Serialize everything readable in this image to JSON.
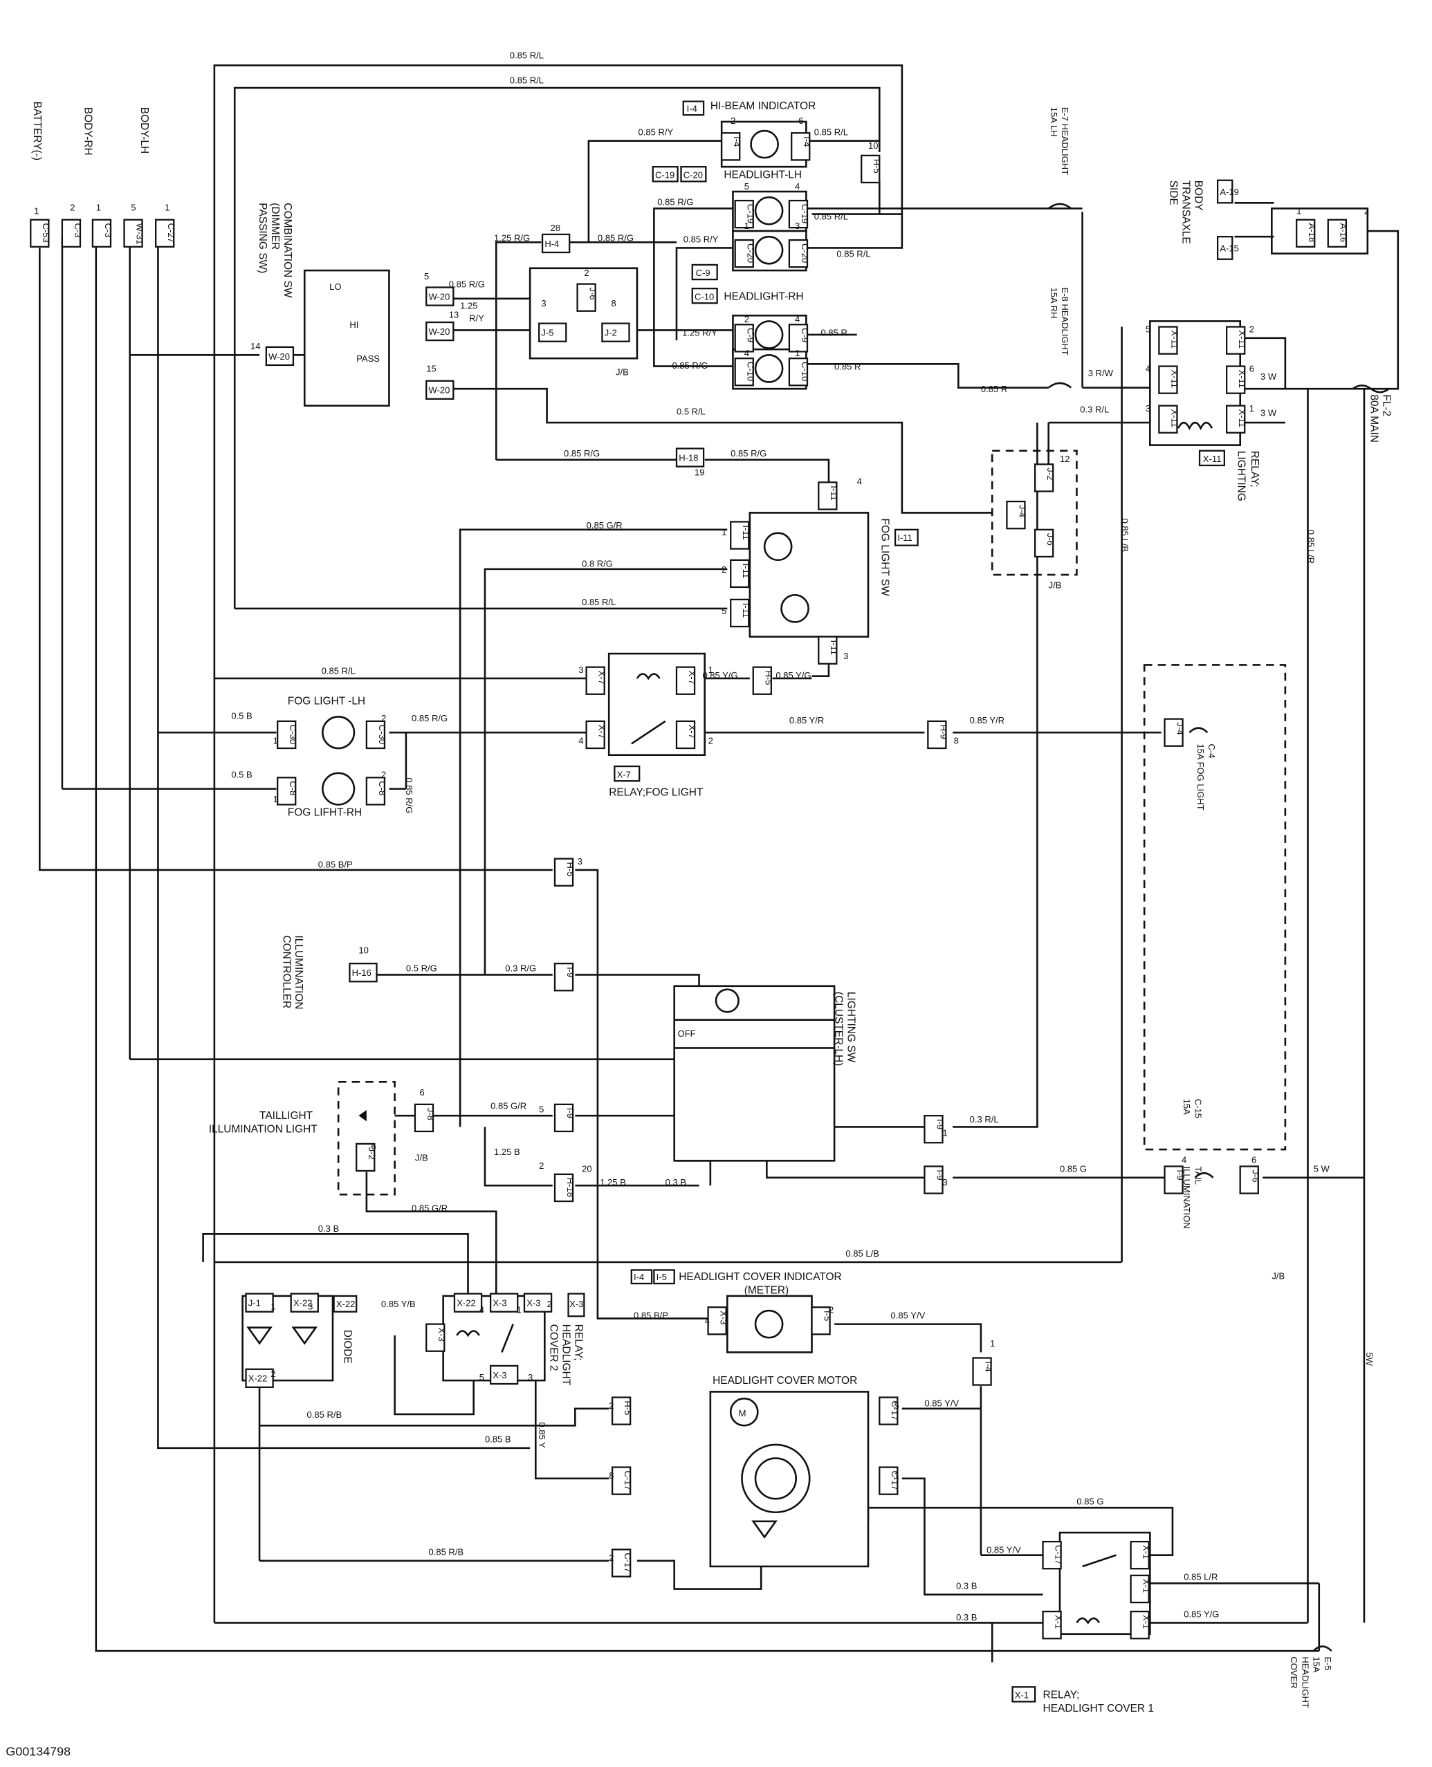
{
  "figure_id": "G00134798",
  "components": {
    "hibeam": "HI-BEAM INDICATOR",
    "hibeam_tag": "I-4",
    "headlight_lh": "HEADLIGHT-LH",
    "headlight_lh_tags": [
      "C-19",
      "C-20"
    ],
    "headlight_rh": "HEADLIGHT-RH",
    "headlight_rh_tags": [
      "C-9",
      "C-10"
    ],
    "comb_sw": [
      "COMBINATION SW",
      "(DIMMER",
      "PASSING SW)"
    ],
    "comb_positions": [
      "LO",
      "HI",
      "PASS"
    ],
    "fog_sw": "FOG LIGHT SW",
    "fog_sw_tag": "I-11",
    "relay_fog": "RELAY;FOG LIGHT",
    "relay_fog_tag": "X-7",
    "fog_lh": "FOG LIGHT -LH",
    "fog_rh": "FOG LIFHT-RH",
    "illum_ctrl": [
      "ILLUMINATION",
      "CONTROLLER"
    ],
    "lighting_sw": [
      "LIGHTING SW",
      "(CLUSTER-LH)"
    ],
    "lighting_sw_off": "OFF",
    "taillight": [
      "TAILLIGHT",
      "ILLUMINATION LIGHT"
    ],
    "cover_indicator": "HEADLIGHT COVER INDICATOR",
    "cover_indicator_sub": "(METER)",
    "cover_indicator_tags": [
      "I-4",
      "I-5"
    ],
    "cover_motor": "HEADLIGHT COVER MOTOR",
    "motor_symbol": "M",
    "relay_cover1": [
      "RELAY;",
      "HEADLIGHT COVER 1"
    ],
    "relay_cover1_tag": "X-1",
    "relay_cover2": [
      "RELAY;",
      "HEADLIGHT",
      "COVER 2"
    ],
    "relay_cover2_tag": "X-3",
    "diode": "DIODE",
    "diode_tag": "X-22",
    "relay_lighting": [
      "RELAY;",
      "LIGHTING"
    ],
    "relay_lighting_tag": "X-11",
    "jb": "J/B",
    "battery": "BATTERY(-)",
    "body_rh": "BODY-RH",
    "body_lh": "BODY-LH",
    "body_transaxle": [
      "BODY",
      "TRANSAXLE",
      "SIDE"
    ],
    "body_transaxle_tags": [
      "A-19",
      "A-15"
    ],
    "fusible_main": [
      "FL-2",
      "80A MAIN"
    ],
    "fuse_e7": [
      "E-7 HEADLIGHT",
      "15A LH"
    ],
    "fuse_e8": [
      "E-8 HEADLIGHT",
      "15A RH"
    ],
    "fuse_c4": [
      "C-4",
      "15A FOG LIGHT"
    ],
    "fuse_c15": [
      "C-15",
      "15A",
      "TAIL",
      "ILLUMINATION"
    ],
    "fuse_e5": [
      "E-5",
      "15A",
      "HEADLIGHT",
      "COVER"
    ]
  },
  "connectors": [
    "C-53",
    "C-3",
    "C-3",
    "W-31",
    "C-27",
    "W-20",
    "W-20",
    "W-20",
    "W-20",
    "H-4",
    "J-6",
    "J-5",
    "J-2",
    "H-5",
    "I-4",
    "I-4",
    "C-19",
    "C-19",
    "C-20",
    "C-20",
    "C-9",
    "C-9",
    "C-10",
    "C-10",
    "A-18",
    "A-16",
    "X-11",
    "X-11",
    "X-11",
    "X-11",
    "X-11",
    "X-11",
    "J-2",
    "J-4",
    "J-6",
    "H-18",
    "I-11",
    "I-11",
    "I-11",
    "I-11",
    "I-11",
    "X-7",
    "X-7",
    "X-7",
    "X-7",
    "H-5",
    "H-9",
    "C-30",
    "C-30",
    "C-8",
    "C-8",
    "J-4",
    "H-5",
    "H-16",
    "I-9",
    "J-8",
    "J-2",
    "I-9",
    "H-18",
    "I-9",
    "I-9",
    "I-9",
    "J-6",
    "J-1",
    "X-22",
    "X-22",
    "X-22",
    "X-3",
    "X-3",
    "X-3",
    "X-3",
    "X-3",
    "I-5",
    "I-4",
    "H-5",
    "C-17",
    "C-17",
    "C-17",
    "C-17",
    "C-17",
    "X-1",
    "X-1",
    "X-1",
    "X-1",
    "X-1"
  ],
  "wire_labels": [
    "0.85 R/L",
    "0.85 R/L",
    "0.85 R/Y",
    "0.85 R/L",
    "0.85 R/G",
    "0.85 R/L",
    "1.25 R/G",
    "0.85 R/G",
    "0.85 R/Y",
    "0.85 R/L",
    "0.85 R/G",
    "1.25",
    "R/Y",
    "1.25 R/Y",
    "0.85 R",
    "0.85 R/G",
    "0.85 R",
    "0.85 R",
    "3 R/W",
    "3 W",
    "3 W",
    "0.3 R/L",
    "0.5 R/L",
    "0.85 R/G",
    "0.85 R/G",
    "0.85 G/R",
    "0.8 R/G",
    "0.85 R/L",
    "0.85 R/L",
    "0.85 Y/G",
    "0.85 Y/G",
    "0.5 B",
    "0.85 R/G",
    "0.85 Y/R",
    "0.85 Y/R",
    "0.85 R/G",
    "0.5 B",
    "0.85 B/P",
    "0.5 R/G",
    "0.3 R/G",
    "0.85 G/R",
    "0.3 R/L",
    "1.25 B",
    "1.25 B",
    "0.3 B",
    "0.85 G",
    "5 W",
    "0.85 G/R",
    "0.3 B",
    "0.85 L/B",
    "0.85 Y/B",
    "0.85 B/P",
    "0.85 Y/V",
    "0.85 R/B",
    "0.85 Y/V",
    "0.85 B",
    "0.85 Y",
    "0.85 G",
    "0.85 R/B",
    "0.85 Y/V",
    "0.85 L/R",
    "0.3 B",
    "0.3 B",
    "0.85 Y/G",
    "0.85 L/B",
    "0.85 L/R",
    "5W"
  ],
  "pin_numbers": [
    "1",
    "2",
    "1",
    "5",
    "1",
    "5",
    "13",
    "15",
    "14",
    "28",
    "2",
    "3",
    "8",
    "10",
    "2",
    "6",
    "5",
    "4",
    "1",
    "3",
    "2",
    "4",
    "4",
    "1",
    "1",
    "2",
    "5",
    "2",
    "4",
    "6",
    "3",
    "1",
    "12",
    "19",
    "4",
    "1",
    "2",
    "5",
    "3",
    "3",
    "1",
    "4",
    "2",
    "8",
    "1",
    "2",
    "1",
    "2",
    "3",
    "10",
    "6",
    "6",
    "5",
    "2",
    "20",
    "1",
    "3",
    "4",
    "6",
    "1",
    "3",
    "2",
    "4",
    "1",
    "2",
    "5",
    "3",
    "4",
    "2",
    "1",
    "2",
    "5",
    "8",
    "1",
    "2"
  ]
}
